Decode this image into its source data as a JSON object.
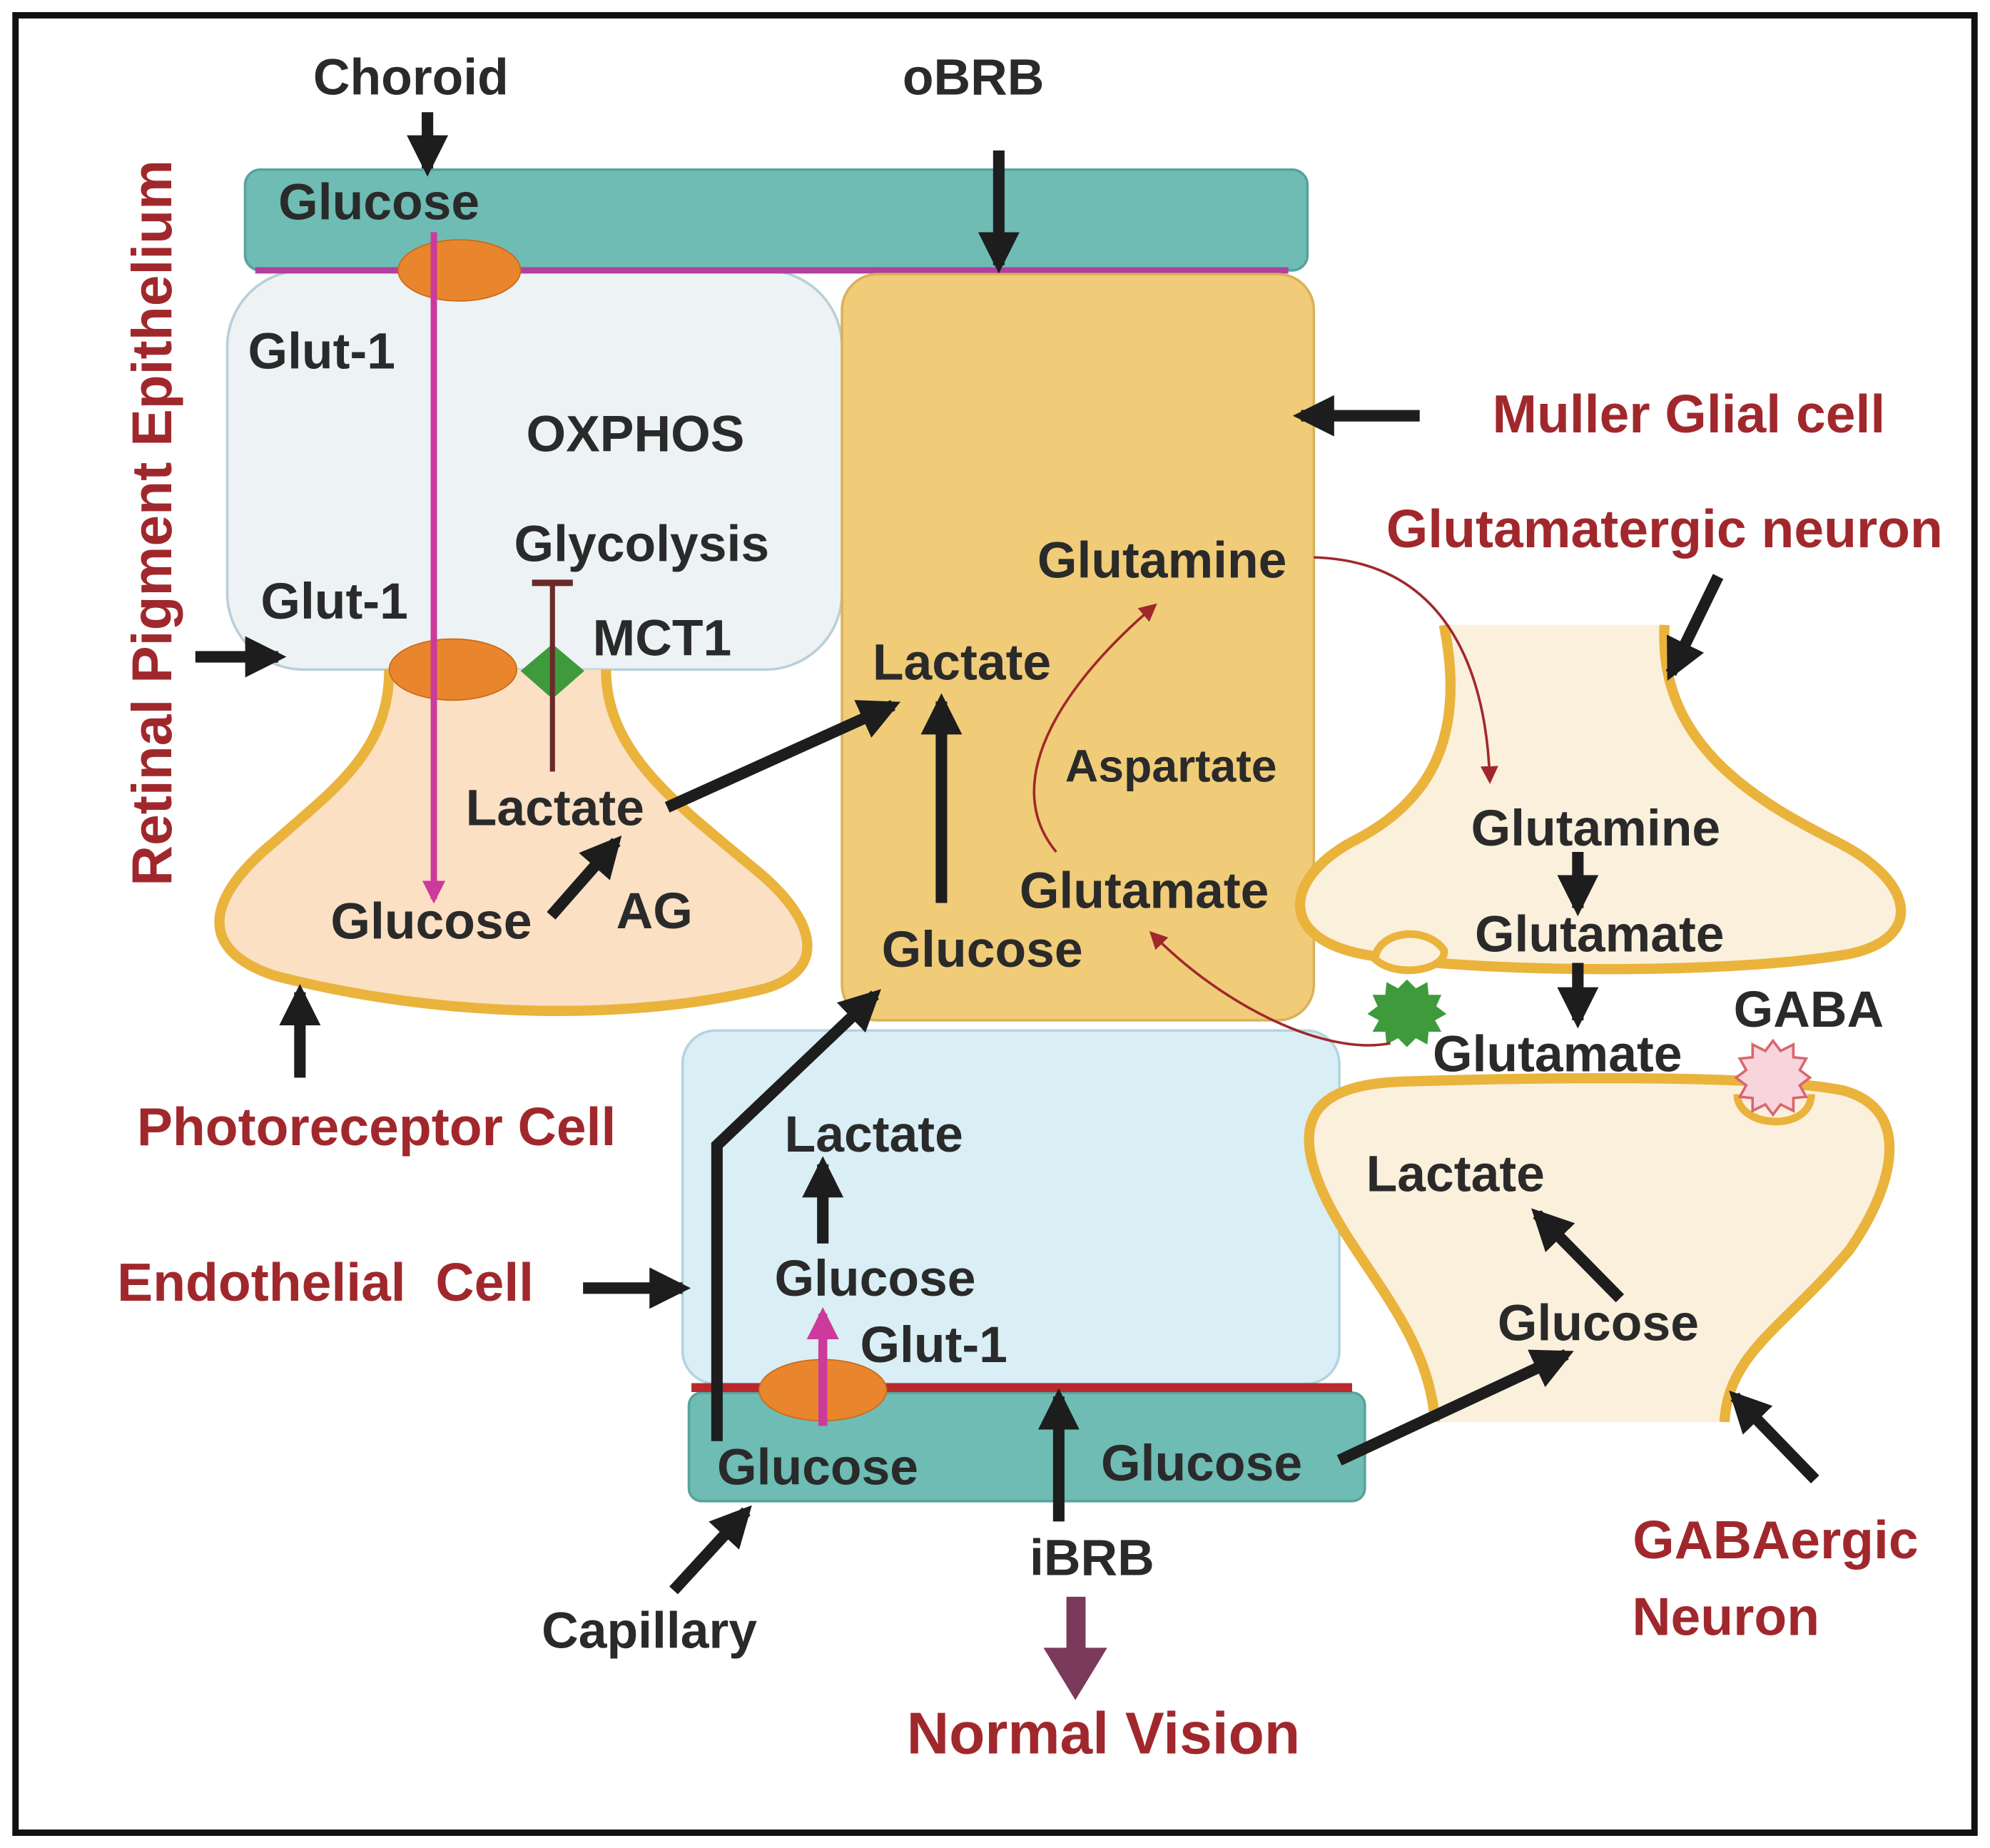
{
  "labels": {
    "choroid": "Choroid",
    "obrb": "oBRB",
    "rpe": "Retinal Pigment Epithelium",
    "muller": "Muller Glial cell",
    "glutamatergic": "Glutamatergic neuron",
    "photoreceptor": "Photoreceptor Cell",
    "endothelial": "Endothelial  Cell",
    "gabaergic_line1": "GABAergic",
    "gabaergic_line2": "Neuron",
    "capillary": "Capillary",
    "ibrb": "iBRB",
    "normal_vision": "Normal Vision"
  },
  "rpe_cell": {
    "glucose": "Glucose",
    "glut1_top": "Glut-1",
    "glut1_bottom": "Glut-1",
    "oxphos": "OXPHOS",
    "glycolysis": "Glycolysis",
    "mct1": "MCT1"
  },
  "photoreceptor_cell": {
    "lactate": "Lactate",
    "glucose": "Glucose",
    "ag": "AG"
  },
  "muller_cell": {
    "glutamine": "Glutamine",
    "lactate": "Lactate",
    "aspartate": "Aspartate",
    "glutamate": "Glutamate",
    "glucose": "Glucose"
  },
  "glutamatergic_neuron": {
    "glutamine": "Glutamine",
    "glutamate": "Glutamate",
    "released_glutamate": "Glutamate",
    "gaba": "GABA"
  },
  "endothelial_cell": {
    "lactate": "Lactate",
    "glucose": "Glucose",
    "glut1": "Glut-1"
  },
  "capillary_vessel": {
    "glucose_left": "Glucose",
    "glucose_right": "Glucose"
  },
  "gabaergic_neuron": {
    "lactate": "Lactate",
    "glucose": "Glucose"
  },
  "colors": {
    "teal": "#6ebcb4",
    "rpe_fill": "#edf3f4",
    "muller_fill": "#f0cc78",
    "neuron_fill": "#fbecd3",
    "neuron_outline": "#eab33c",
    "endothelial_fill": "#d9eef5",
    "transporter": "#e9852c",
    "mct1": "#3e9a3b",
    "glucose_flux": "#cc3a9b",
    "label_red": "#a0282c",
    "normal_vision_arrow": "#7a3a5c"
  }
}
